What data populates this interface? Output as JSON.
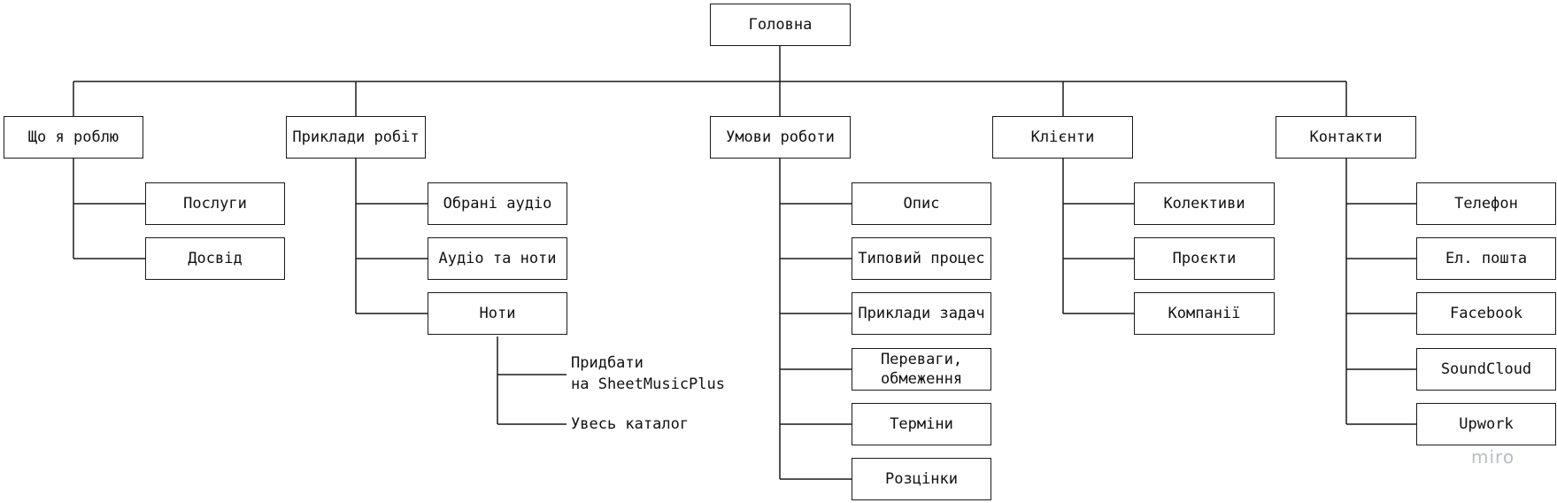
{
  "root": {
    "label": "Головна"
  },
  "branches": [
    {
      "key": "what",
      "label": "Що я роблю",
      "children": [
        "Послуги",
        "Досвід"
      ]
    },
    {
      "key": "works",
      "label": "Приклади робіт",
      "children": [
        "Обрані аудіо",
        "Аудіо та ноти",
        "Ноти"
      ]
    },
    {
      "key": "terms",
      "label": "Умови роботи",
      "children": [
        "Опис",
        "Типовий процес",
        "Приклади задач",
        "Переваги,\nобмеження",
        "Терміни",
        "Розцінки"
      ]
    },
    {
      "key": "clients",
      "label": "Клієнти",
      "children": [
        "Колективи",
        "Проєкти",
        "Компанії"
      ]
    },
    {
      "key": "contacts",
      "label": "Контакти",
      "children": [
        "Телефон",
        "Ел. пошта",
        "Facebook",
        "SoundCloud",
        "Upwork"
      ]
    }
  ],
  "notes_links": [
    "Придбати\nна SheetMusicPlus",
    "Увесь каталог"
  ],
  "watermark": "miro",
  "colors": {
    "line": "#1a1a1a",
    "watermark": "#b9bcc6"
  }
}
